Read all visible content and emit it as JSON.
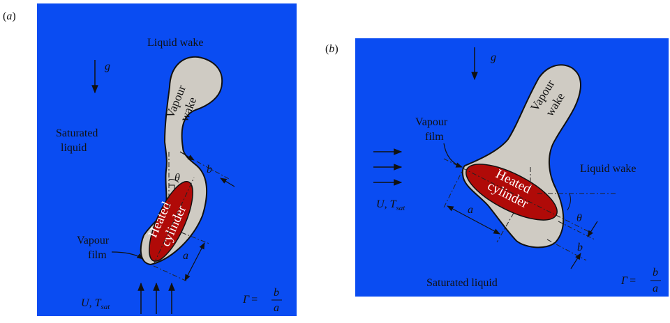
{
  "colors": {
    "liquid": "#0a4cf2",
    "vapour": "#cfcbc3",
    "cylinder": "#b00a08",
    "outline": "#111111"
  },
  "panel_a": {
    "tag_open": "(",
    "tag_letter": "a",
    "tag_close": ")",
    "liquid_wake": "Liquid wake",
    "gravity": "g",
    "saturated_liquid_line1": "Saturated",
    "saturated_liquid_line2": "liquid",
    "vapour_wake_line1": "Vapour",
    "vapour_wake_line2": "wake",
    "cylinder_line1": "Heated",
    "cylinder_line2": "cylinder",
    "vapour_film_line1": "Vapour",
    "vapour_film_line2": "film",
    "theta": "θ",
    "dim_b": "b",
    "dim_a": "a",
    "inflow_U": "U",
    "inflow_T": "T",
    "inflow_sub": "sat",
    "gamma": "Γ",
    "equals": "=",
    "frac_num": "b",
    "frac_den": "a"
  },
  "panel_b": {
    "tag_open": "(",
    "tag_letter": "b",
    "tag_close": ")",
    "gravity": "g",
    "vapour_film_line1": "Vapour",
    "vapour_film_line2": "film",
    "vapour_wake_line1": "Vapour",
    "vapour_wake_line2": "wake",
    "liquid_wake": "Liquid wake",
    "cylinder_line1": "Heated",
    "cylinder_line2": "cylinder",
    "theta": "θ",
    "dim_b": "b",
    "dim_a": "a",
    "inflow_U": "U",
    "inflow_T": "T",
    "inflow_sub": "sat",
    "saturated_liquid": "Saturated liquid",
    "gamma": "Γ",
    "equals": "=",
    "frac_num": "b",
    "frac_den": "a"
  }
}
